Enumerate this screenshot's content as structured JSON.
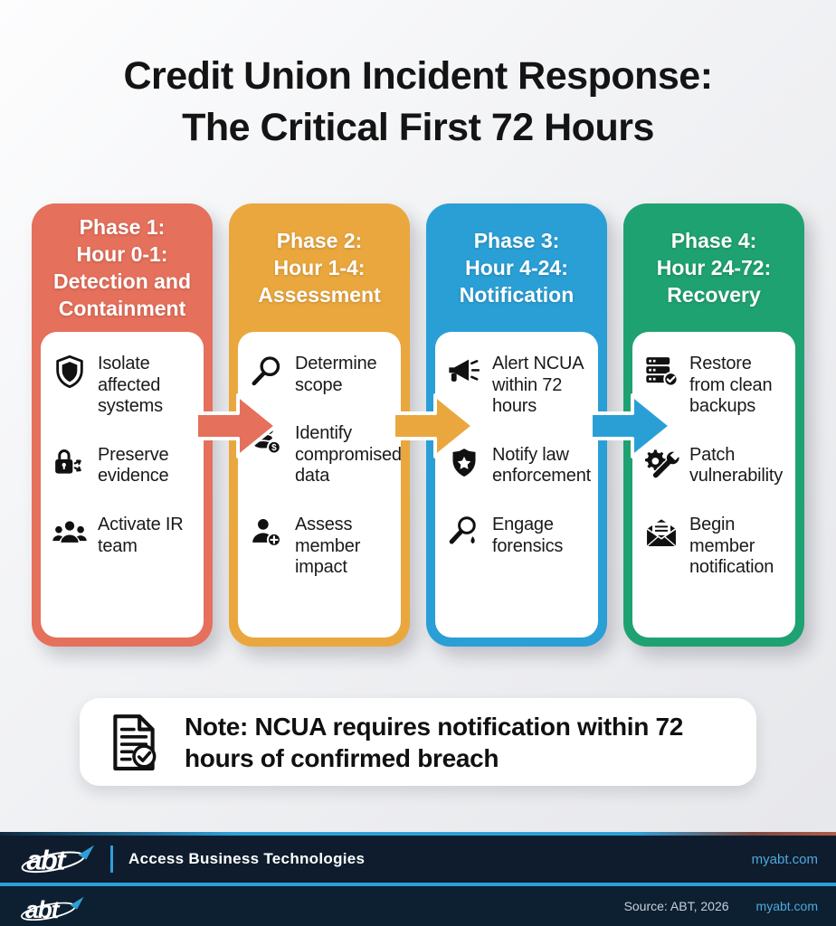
{
  "title": {
    "line1": "Credit Union Incident Response:",
    "line2": "The Critical First 72 Hours"
  },
  "phases": [
    {
      "phase_label": "Phase 1:",
      "hours_label": "Hour 0-1:",
      "name_label": "Detection and Containment",
      "color": "#E5705B",
      "items": [
        {
          "icon": "shield-icon",
          "label": "Isolate affected systems"
        },
        {
          "icon": "lock-evidence-icon",
          "label": "Preserve evidence"
        },
        {
          "icon": "team-icon",
          "label": "Activate IR team"
        }
      ]
    },
    {
      "phase_label": "Phase 2:",
      "hours_label": "Hour 1-4:",
      "name_label": "Assessment",
      "color": "#EAA73E",
      "items": [
        {
          "icon": "search-icon",
          "label": "Determine scope"
        },
        {
          "icon": "database-dollar-icon",
          "label": "Identify compromised data"
        },
        {
          "icon": "member-plus-icon",
          "label": "Assess member impact"
        }
      ]
    },
    {
      "phase_label": "Phase 3:",
      "hours_label": "Hour 4-24:",
      "name_label": "Notification",
      "color": "#2A9FD6",
      "items": [
        {
          "icon": "megaphone-icon",
          "label": "Alert NCUA within 72 hours"
        },
        {
          "icon": "police-badge-icon",
          "label": "Notify law enforcement"
        },
        {
          "icon": "forensics-magnifier-icon",
          "label": "Engage forensics"
        }
      ]
    },
    {
      "phase_label": "Phase 4:",
      "hours_label": "Hour 24-72:",
      "name_label": "Recovery",
      "color": "#1FA271",
      "items": [
        {
          "icon": "server-check-icon",
          "label": "Restore from clean backups"
        },
        {
          "icon": "tools-icon",
          "label": "Patch vulnerability"
        },
        {
          "icon": "envelope-open-icon",
          "label": "Begin member notification"
        }
      ]
    }
  ],
  "arrows": [
    {
      "icon": "flow-arrow-icon",
      "color": "#E5705B"
    },
    {
      "icon": "flow-arrow-icon",
      "color": "#EAA73E"
    },
    {
      "icon": "flow-arrow-icon",
      "color": "#2A9FD6"
    }
  ],
  "note": {
    "icon": "document-check-icon",
    "text": "Note: NCUA requires notification within 72 hours of confirmed breach"
  },
  "footer": {
    "logo": "abt",
    "company": "Access Business Technologies",
    "website": "myabt.com"
  },
  "subfooter": {
    "logo": "abt",
    "source": "Source: ABT, 2026",
    "website": "myabt.com"
  },
  "colors": {
    "phase1": "#E5705B",
    "phase2": "#EAA73E",
    "phase3": "#2A9FD6",
    "phase4": "#1FA271",
    "footer_bar": "#0E1C2D",
    "subfooter_bar": "#0D2031",
    "accent_blue": "#2F9FD8",
    "link_blue": "#4FA9DD"
  }
}
